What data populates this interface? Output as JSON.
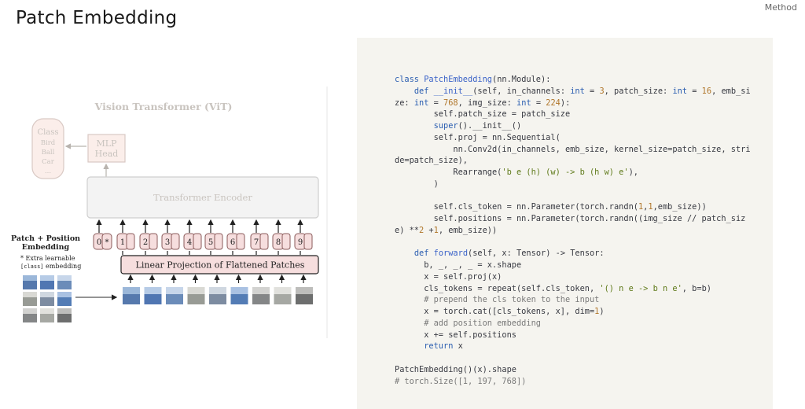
{
  "slide": {
    "title": "Patch Embedding",
    "section": "Method"
  },
  "diagram": {
    "title": "Vision Transformer (ViT)",
    "class_box": {
      "heading": "Class",
      "items": [
        "Bird",
        "Ball",
        "Car",
        "..."
      ]
    },
    "mlp_head": {
      "line1": "MLP",
      "line2": "Head"
    },
    "encoder_label": "Transformer Encoder",
    "patch_position_label": {
      "line1": "Patch + Position",
      "line2": "Embedding"
    },
    "extra_note": {
      "line1": "* Extra learnable",
      "line2_mono": "[class]",
      "line2_rest": " embedding"
    },
    "projection_label": "Linear Projection of Flattened Patches",
    "tokens": [
      "0",
      "1",
      "2",
      "3",
      "4",
      "5",
      "6",
      "7",
      "8",
      "9"
    ],
    "token_star": "*",
    "colors": {
      "faded": "#c9c4bf",
      "pink_fill": "#f6dede",
      "pink_stroke": "#8a5a5a",
      "encoder_fill": "#f3f3f3"
    }
  },
  "code": {
    "lines": [
      [
        [
          "kw",
          "class "
        ],
        [
          "fn",
          "PatchEmbedding"
        ],
        [
          "p",
          "(nn.Module):"
        ]
      ],
      [
        [
          "p",
          "    "
        ],
        [
          "kw",
          "def "
        ],
        [
          "fn",
          "__init__"
        ],
        [
          "p",
          "(self, in_channels: "
        ],
        [
          "kw",
          "int"
        ],
        [
          "p",
          " = "
        ],
        [
          "num",
          "3"
        ],
        [
          "p",
          ", patch_size: "
        ],
        [
          "kw",
          "int"
        ],
        [
          "p",
          " = "
        ],
        [
          "num",
          "16"
        ],
        [
          "p",
          ", emb_si"
        ]
      ],
      [
        [
          "p",
          "ze: "
        ],
        [
          "kw",
          "int"
        ],
        [
          "p",
          " = "
        ],
        [
          "num",
          "768"
        ],
        [
          "p",
          ", img_size: "
        ],
        [
          "kw",
          "int"
        ],
        [
          "p",
          " = "
        ],
        [
          "num",
          "224"
        ],
        [
          "p",
          "):"
        ]
      ],
      [
        [
          "p",
          "        self.patch_size = patch_size"
        ]
      ],
      [
        [
          "p",
          "        "
        ],
        [
          "kw",
          "super"
        ],
        [
          "p",
          "().__init__()"
        ]
      ],
      [
        [
          "p",
          "        self.proj = nn.Sequential("
        ]
      ],
      [
        [
          "p",
          "            nn.Conv2d(in_channels, emb_size, kernel_size=patch_size, stri"
        ]
      ],
      [
        [
          "p",
          "de=patch_size),"
        ]
      ],
      [
        [
          "p",
          "            Rearrange("
        ],
        [
          "str",
          "'b e (h) (w) -> b (h w) e'"
        ],
        [
          "p",
          "),"
        ]
      ],
      [
        [
          "p",
          "        )"
        ]
      ],
      [
        [
          "p",
          ""
        ]
      ],
      [
        [
          "p",
          "        self.cls_token = nn.Parameter(torch.randn("
        ],
        [
          "num",
          "1"
        ],
        [
          "p",
          ","
        ],
        [
          "num",
          "1"
        ],
        [
          "p",
          ",emb_size))"
        ]
      ],
      [
        [
          "p",
          "        self.positions = nn.Parameter(torch.randn((img_size // patch_siz"
        ]
      ],
      [
        [
          "p",
          "e) **"
        ],
        [
          "num",
          "2"
        ],
        [
          "p",
          " +"
        ],
        [
          "num",
          "1"
        ],
        [
          "p",
          ", emb_size))"
        ]
      ],
      [
        [
          "p",
          ""
        ]
      ],
      [
        [
          "p",
          "    "
        ],
        [
          "kw",
          "def "
        ],
        [
          "fn",
          "forward"
        ],
        [
          "p",
          "(self, x: Tensor) -> Tensor:"
        ]
      ],
      [
        [
          "p",
          "      b, _, _, _ = x.shape"
        ]
      ],
      [
        [
          "p",
          "      x = self.proj(x)"
        ]
      ],
      [
        [
          "p",
          "      cls_tokens = repeat(self.cls_token, "
        ],
        [
          "str",
          "'() n e -> b n e'"
        ],
        [
          "p",
          ", b=b)"
        ]
      ],
      [
        [
          "cm",
          "      # prepend the cls token to the input"
        ]
      ],
      [
        [
          "p",
          "      x = torch.cat([cls_tokens, x], dim="
        ],
        [
          "num",
          "1"
        ],
        [
          "p",
          ")"
        ]
      ],
      [
        [
          "cm",
          "      # add position embedding"
        ]
      ],
      [
        [
          "p",
          "      x += self.positions"
        ]
      ],
      [
        [
          "p",
          "      "
        ],
        [
          "kw",
          "return"
        ],
        [
          "p",
          " x"
        ]
      ],
      [
        [
          "p",
          ""
        ]
      ],
      [
        [
          "p",
          "PatchEmbedding()(x).shape"
        ]
      ],
      [
        [
          "cm",
          "# torch.Size([1, 197, 768])"
        ]
      ]
    ]
  }
}
